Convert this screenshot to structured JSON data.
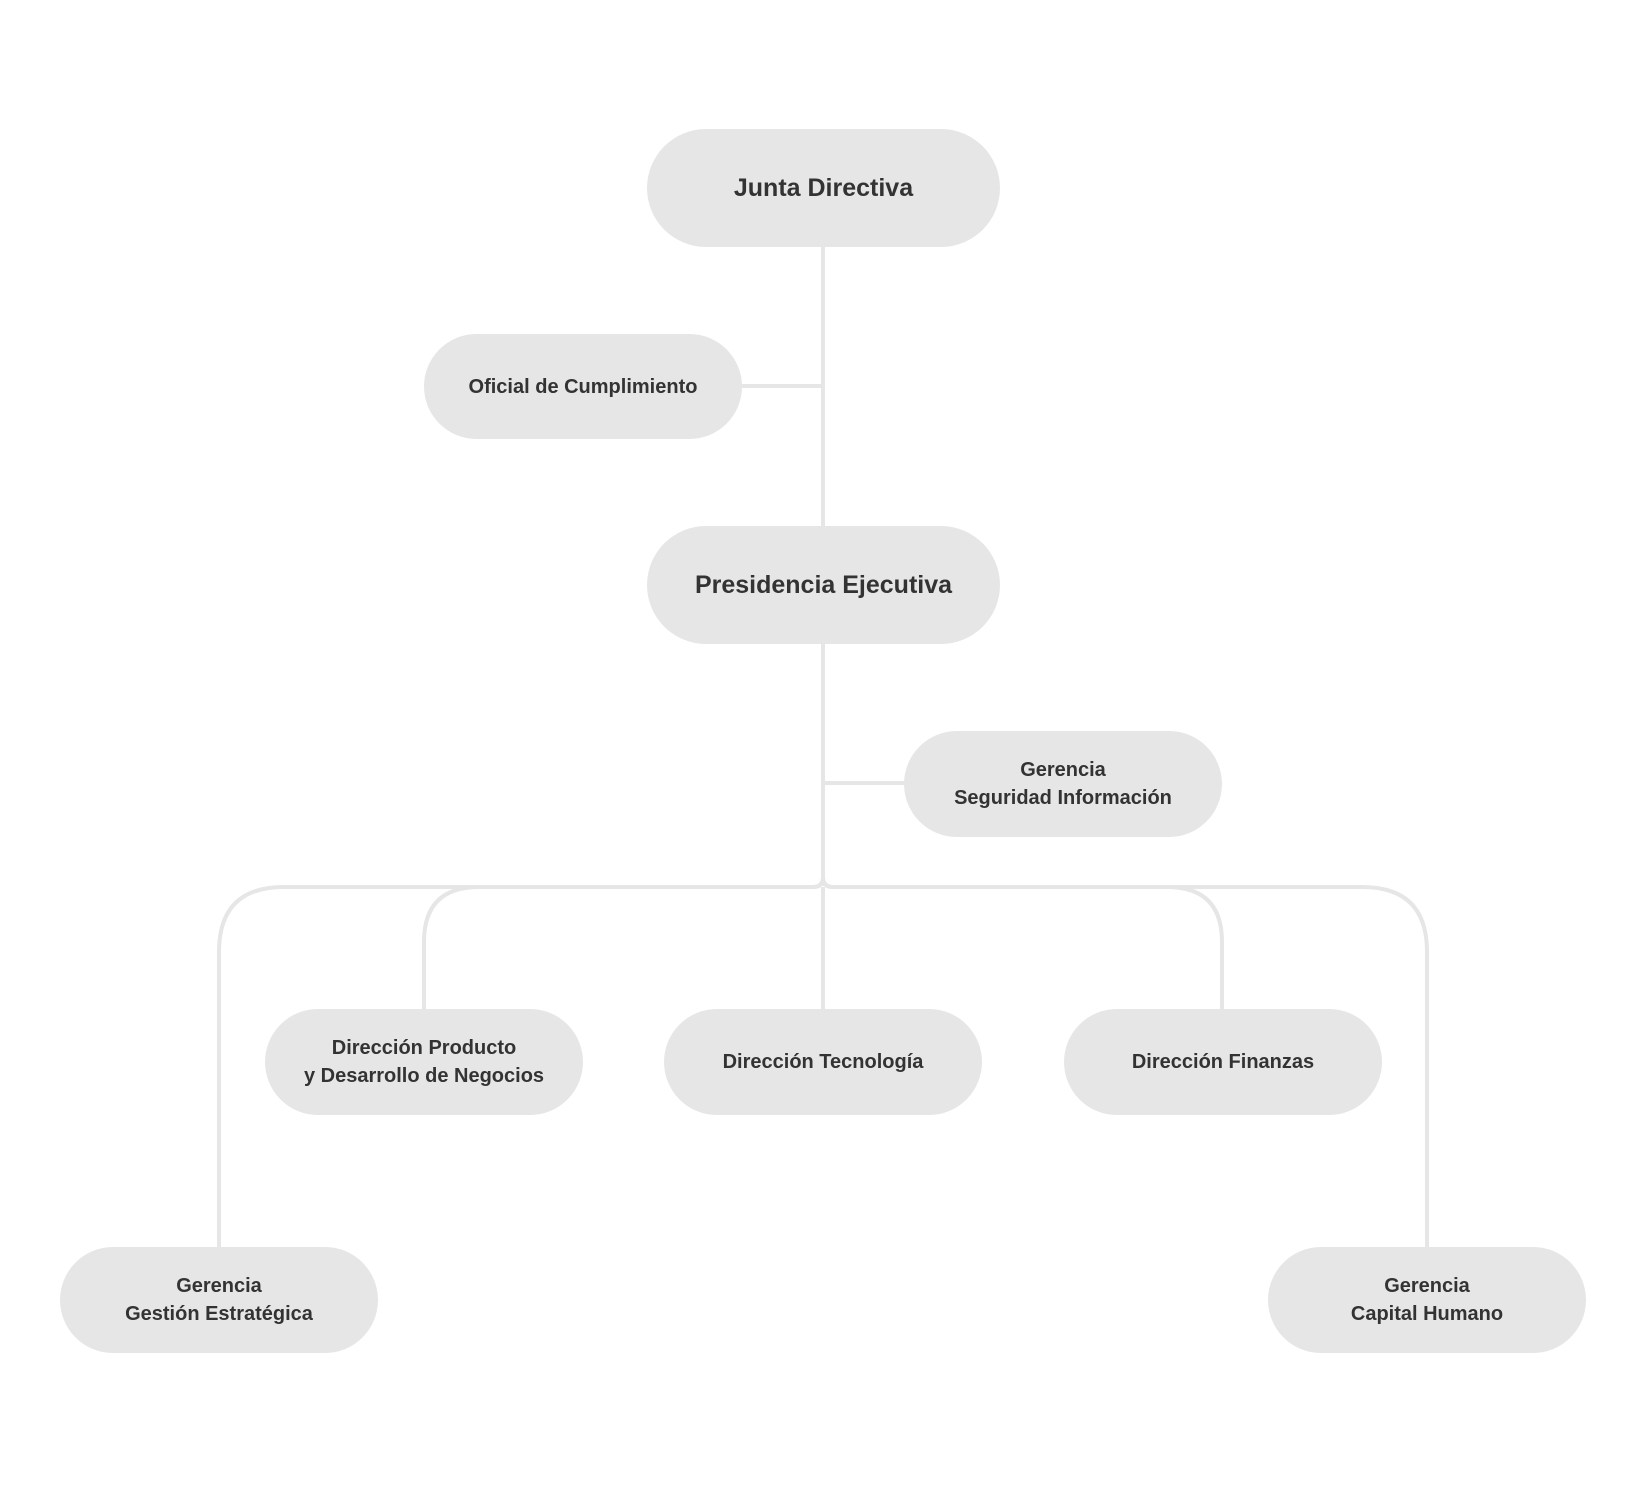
{
  "chart": {
    "root": {
      "lines": [
        "Junta Directiva"
      ]
    },
    "compliance": {
      "lines": [
        "Oficial de Cumplimiento"
      ]
    },
    "presidency": {
      "lines": [
        "Presidencia Ejecutiva"
      ]
    },
    "security": {
      "lines": [
        "Gerencia",
        "Seguridad Información"
      ]
    },
    "product": {
      "lines": [
        "Dirección Producto",
        "y Desarrollo de Negocios"
      ]
    },
    "technology": {
      "lines": [
        "Dirección Tecnología"
      ]
    },
    "finance": {
      "lines": [
        "Dirección Finanzas"
      ]
    },
    "strategy": {
      "lines": [
        "Gerencia",
        "Gestión Estratégica"
      ]
    },
    "human_capital": {
      "lines": [
        "Gerencia",
        "Capital Humano"
      ]
    }
  },
  "colors": {
    "node_fill": "#e6e6e6",
    "connector": "#e6e6e6",
    "text": "#333333",
    "background": "#ffffff"
  }
}
